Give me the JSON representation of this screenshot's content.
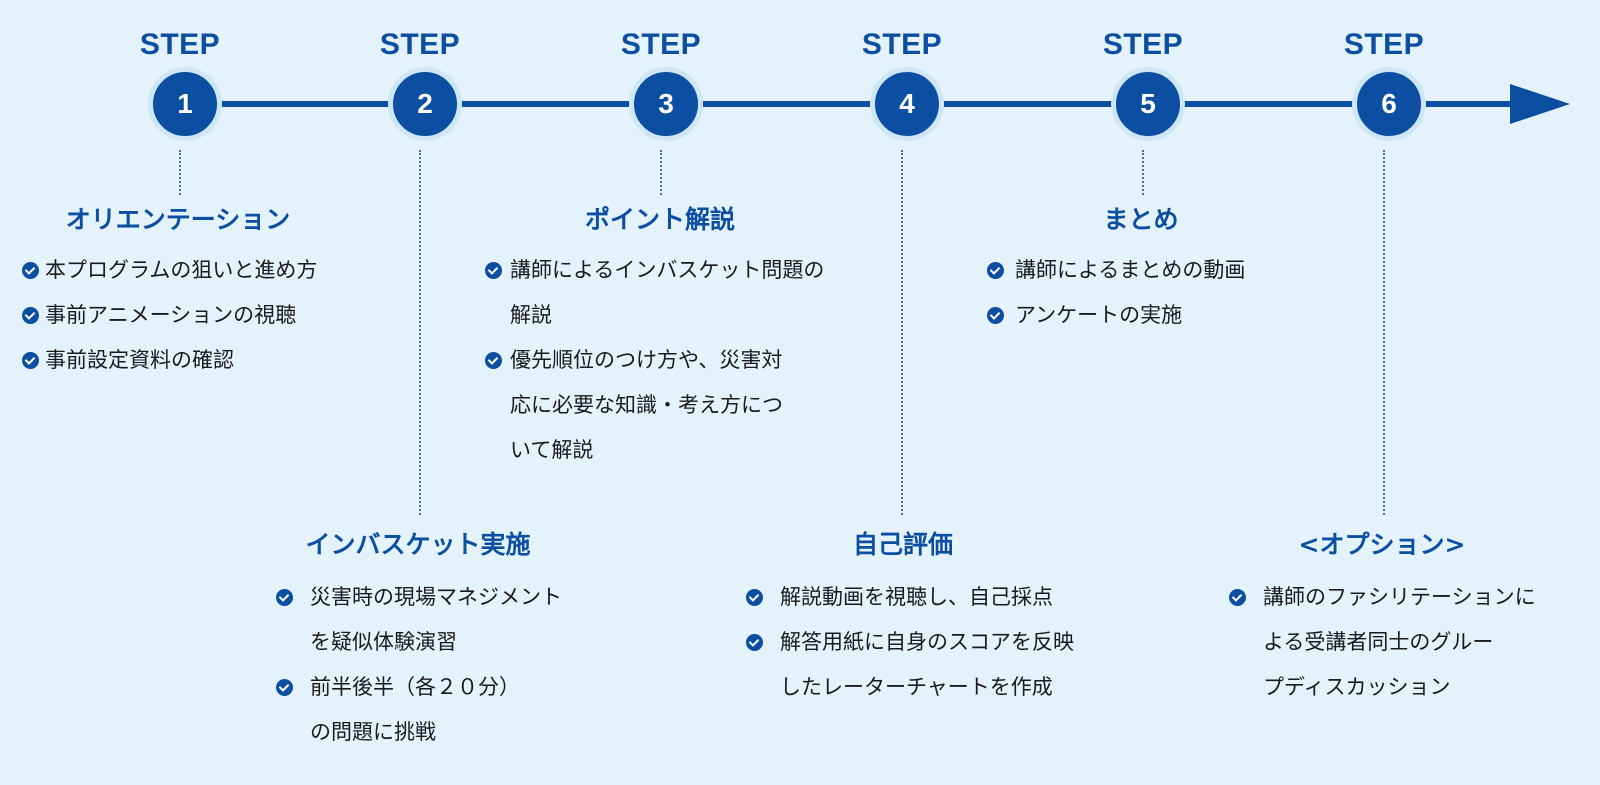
{
  "steps": [
    {
      "label": "STEP",
      "number": "1",
      "title": "オリエンテーション",
      "items": [
        [
          "本プログラムの狙いと進め方"
        ],
        [
          "事前アニメーションの視聴"
        ],
        [
          "事前設定資料の確認"
        ]
      ]
    },
    {
      "label": "STEP",
      "number": "2",
      "title": "インバスケット実施",
      "items": [
        [
          "災害時の現場マネジメント",
          "を疑似体験演習"
        ],
        [
          "前半後半（各２０分）",
          "の問題に挑戦"
        ]
      ]
    },
    {
      "label": "STEP",
      "number": "3",
      "title": "ポイント解説",
      "items": [
        [
          "講師によるインバスケット問題の",
          "解説"
        ],
        [
          "優先順位のつけ方や、災害対",
          "応に必要な知識・考え方につ",
          "いて解説"
        ]
      ]
    },
    {
      "label": "STEP",
      "number": "4",
      "title": "自己評価",
      "items": [
        [
          "解説動画を視聴し、自己採点"
        ],
        [
          "解答用紙に自身のスコアを反映",
          "したレーターチャートを作成"
        ]
      ]
    },
    {
      "label": "STEP",
      "number": "5",
      "title": "まとめ",
      "items": [
        [
          "講師によるまとめの動画"
        ],
        [
          "アンケートの実施"
        ]
      ]
    },
    {
      "label": "STEP",
      "number": "6",
      "title": "<オプション>",
      "items": [
        [
          "講師のファシリテーションに",
          "よる受講者同士のグルー",
          "プディスカッション"
        ]
      ]
    }
  ],
  "colors": {
    "accent": "#0b4ea2",
    "background": "#e4f2fb",
    "text": "#1a1a1a"
  },
  "icons": {
    "check": "check-circle-icon",
    "arrow": "arrow-right-icon"
  }
}
